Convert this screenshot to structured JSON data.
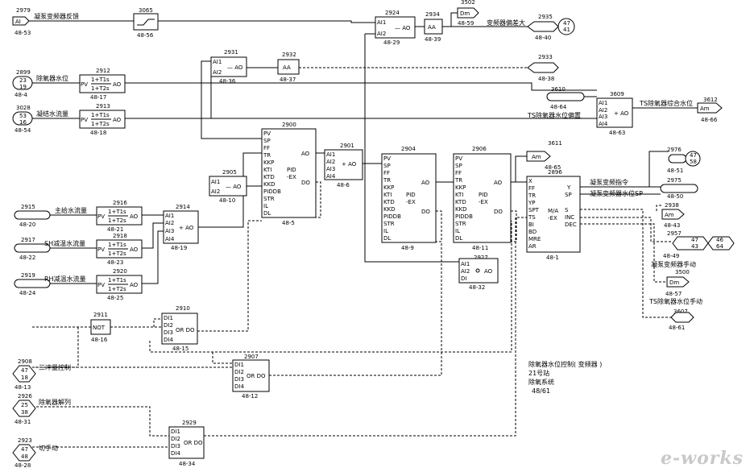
{
  "signals": {
    "s2979": {
      "id": "2979",
      "label": "AI",
      "sheet": "48-53",
      "desc": "凝泵变频器反馈"
    },
    "s2899": {
      "id": "2899",
      "n1": "23",
      "n2": "19",
      "sheet": "48-4",
      "desc": "除氧器水位"
    },
    "s3028": {
      "id": "3028",
      "n1": "53",
      "n2": "16",
      "sheet": "48-54",
      "desc": "凝结水流量"
    },
    "s2915": {
      "id": "2915",
      "sheet": "48-20",
      "desc": "主给水流量"
    },
    "s2917": {
      "id": "2917",
      "sheet": "48-22",
      "desc": "SH减温水流量"
    },
    "s2919": {
      "id": "2919",
      "sheet": "48-24",
      "desc": "RH减温水流量"
    },
    "s2908": {
      "id": "2908",
      "n1": "47",
      "n2": "18",
      "sheet": "48-13",
      "desc": "三冲量控制"
    },
    "s2926": {
      "id": "2926",
      "n1": "25",
      "n2": "38",
      "sheet": "48-31",
      "desc": "除氧器解列"
    },
    "s2923": {
      "id": "2923",
      "n1": "47",
      "n2": "48",
      "sheet": "48-28",
      "desc": "切手动"
    }
  },
  "blocks": {
    "b3065": {
      "id": "3065",
      "sheet": "48-56"
    },
    "b2924": {
      "id": "2924",
      "sheet": "48-29",
      "in1": "AI1",
      "in2": "AI2",
      "op": "— AO"
    },
    "b2934": {
      "id": "2934",
      "sheet": "48-39",
      "label": "AA"
    },
    "b2931": {
      "id": "2931",
      "sheet": "48-36",
      "in1": "AI1",
      "in2": "AI2",
      "op": "— AO"
    },
    "b2932": {
      "id": "2932",
      "sheet": "48-37",
      "label": "AA"
    },
    "b2912": {
      "id": "2912",
      "sheet": "48-17",
      "pv": "PV",
      "num": "1+T1s",
      "den": "1+T2s",
      "ao": "AO"
    },
    "b2913": {
      "id": "2913",
      "sheet": "48-18",
      "pv": "PV",
      "num": "1+T1s",
      "den": "1+T2s",
      "ao": "AO"
    },
    "b2916": {
      "id": "2916",
      "sheet": "48-21",
      "pv": "PV",
      "num": "1+T1s",
      "den": "1+T2s",
      "ao": "AO"
    },
    "b2918": {
      "id": "2918",
      "sheet": "48-23",
      "pv": "PV",
      "num": "1+T1s",
      "den": "1+T2s",
      "ao": "AO"
    },
    "b2920": {
      "id": "2920",
      "sheet": "48-25",
      "pv": "PV",
      "num": "1+T1s",
      "den": "1+T2s",
      "ao": "AO"
    },
    "b2914": {
      "id": "2914",
      "sheet": "48-19",
      "ins": [
        "AI1",
        "AI2",
        "AI3",
        "AI4"
      ],
      "op": "+ AO"
    },
    "b2905": {
      "id": "2905",
      "sheet": "48-10",
      "in1": "AI1",
      "in2": "AI2",
      "op": "— AO"
    },
    "b2900": {
      "id": "2900",
      "sheet": "48-5",
      "pins": [
        "PV",
        "SP",
        "FF",
        "TR",
        "KKP",
        "KTI",
        "KTD",
        "KKD",
        "PIDDB",
        "STR",
        "IL",
        "DL"
      ],
      "name1": "PID",
      "name2": "-EX",
      "ao": "AO",
      "do": "DO"
    },
    "b2901": {
      "id": "2901",
      "sheet": "48-6",
      "ins": [
        "AI1",
        "AI2",
        "AI3",
        "AI4"
      ],
      "op": "+ AO"
    },
    "b2904": {
      "id": "2904",
      "sheet": "48-9",
      "pins": [
        "PV",
        "SP",
        "FF",
        "TR",
        "KKP",
        "KTI",
        "KTD",
        "KKD",
        "PIDDB",
        "STR",
        "IL",
        "DL"
      ],
      "name1": "PID",
      "name2": "-EX",
      "ao": "AO",
      "do": "DO"
    },
    "b2906": {
      "id": "2906",
      "sheet": "48-11",
      "pins": [
        "PV",
        "SP",
        "FF",
        "TR",
        "KKP",
        "KTI",
        "KTD",
        "KKD",
        "PIDDB",
        "STR",
        "IL",
        "DL"
      ],
      "name1": "PID",
      "name2": "-EX",
      "ao": "AO",
      "do": "DO"
    },
    "b2927": {
      "id": "2927",
      "sheet": "48-32",
      "in1": "AI1",
      "in2": "AI2",
      "in3": "DI",
      "op": "AO"
    },
    "b2896": {
      "id": "2896",
      "sheet": "48-1",
      "pins": [
        "X",
        "FF",
        "TR",
        "YP",
        "SPT",
        "TS",
        "BI",
        "BD",
        "MRE",
        "AR"
      ],
      "outs": [
        "Y",
        "SP",
        "S",
        "INC",
        "DEC"
      ],
      "name1": "M/A",
      "name2": "-EX"
    },
    "b3609": {
      "id": "3609",
      "sheet": "48-63",
      "ins": [
        "AI1",
        "AI2",
        "AI3",
        "AI4"
      ],
      "op": "+ AO"
    },
    "b2911": {
      "id": "2911",
      "sheet": "48-16",
      "label": "NOT"
    },
    "b2910": {
      "id": "2910",
      "sheet": "48-15",
      "ins": [
        "DI1",
        "DI2",
        "DI3",
        "DI4"
      ],
      "op": "OR DO"
    },
    "b2907": {
      "id": "2907",
      "sheet": "48-12",
      "ins": [
        "DI1",
        "DI2",
        "DI3",
        "DI4"
      ],
      "op": "OR DO"
    },
    "b2929": {
      "id": "2929",
      "sheet": "48-34",
      "ins": [
        "DI1",
        "DI2",
        "DI3",
        "DI4"
      ],
      "op": "OR DO"
    }
  },
  "outputs": {
    "o3502": {
      "id": "3502",
      "label": "Dm",
      "sheet": "48-59",
      "desc": "变频器偏差大"
    },
    "o2935": {
      "id": "2935",
      "n1": "47",
      "n2": "41",
      "sheet": "48-40"
    },
    "o2933": {
      "id": "2933",
      "sheet": "48-38"
    },
    "o3610": {
      "id": "3610",
      "sheet": "48-64",
      "desc": "TS除氧器水位偏置"
    },
    "o3612": {
      "id": "3612",
      "label": "Am",
      "sheet": "48-66",
      "desc": "TS除氧器综合水位"
    },
    "o3611": {
      "id": "3611",
      "label": "Am",
      "sheet": "48-65"
    },
    "o2976": {
      "id": "2976",
      "n1": "47",
      "n2": "58",
      "sheet": "48-51",
      "desc": "凝泵变频指令"
    },
    "o2975": {
      "id": "2975",
      "sheet": "48-50",
      "desc": "凝泵变频器水位SP"
    },
    "o2938": {
      "id": "2938",
      "label": "Am",
      "sheet": "48-43"
    },
    "o2957": {
      "id": "2957",
      "n1": "47",
      "n2": "43",
      "n3": "46",
      "n4": "64",
      "sheet": "48-49",
      "desc": "凝泵变频器手动"
    },
    "o3500": {
      "id": "3500",
      "label": "Dm",
      "sheet": "48-57",
      "desc": "TS除氧器水位手动"
    },
    "o3607": {
      "id": "3607",
      "sheet": "48-61"
    }
  },
  "footer": {
    "line1": "除氧器水位控制( 变频器 )",
    "line2": "21号站",
    "line3": "除氧系统",
    "line4": "48/61"
  },
  "logo": "e-works"
}
